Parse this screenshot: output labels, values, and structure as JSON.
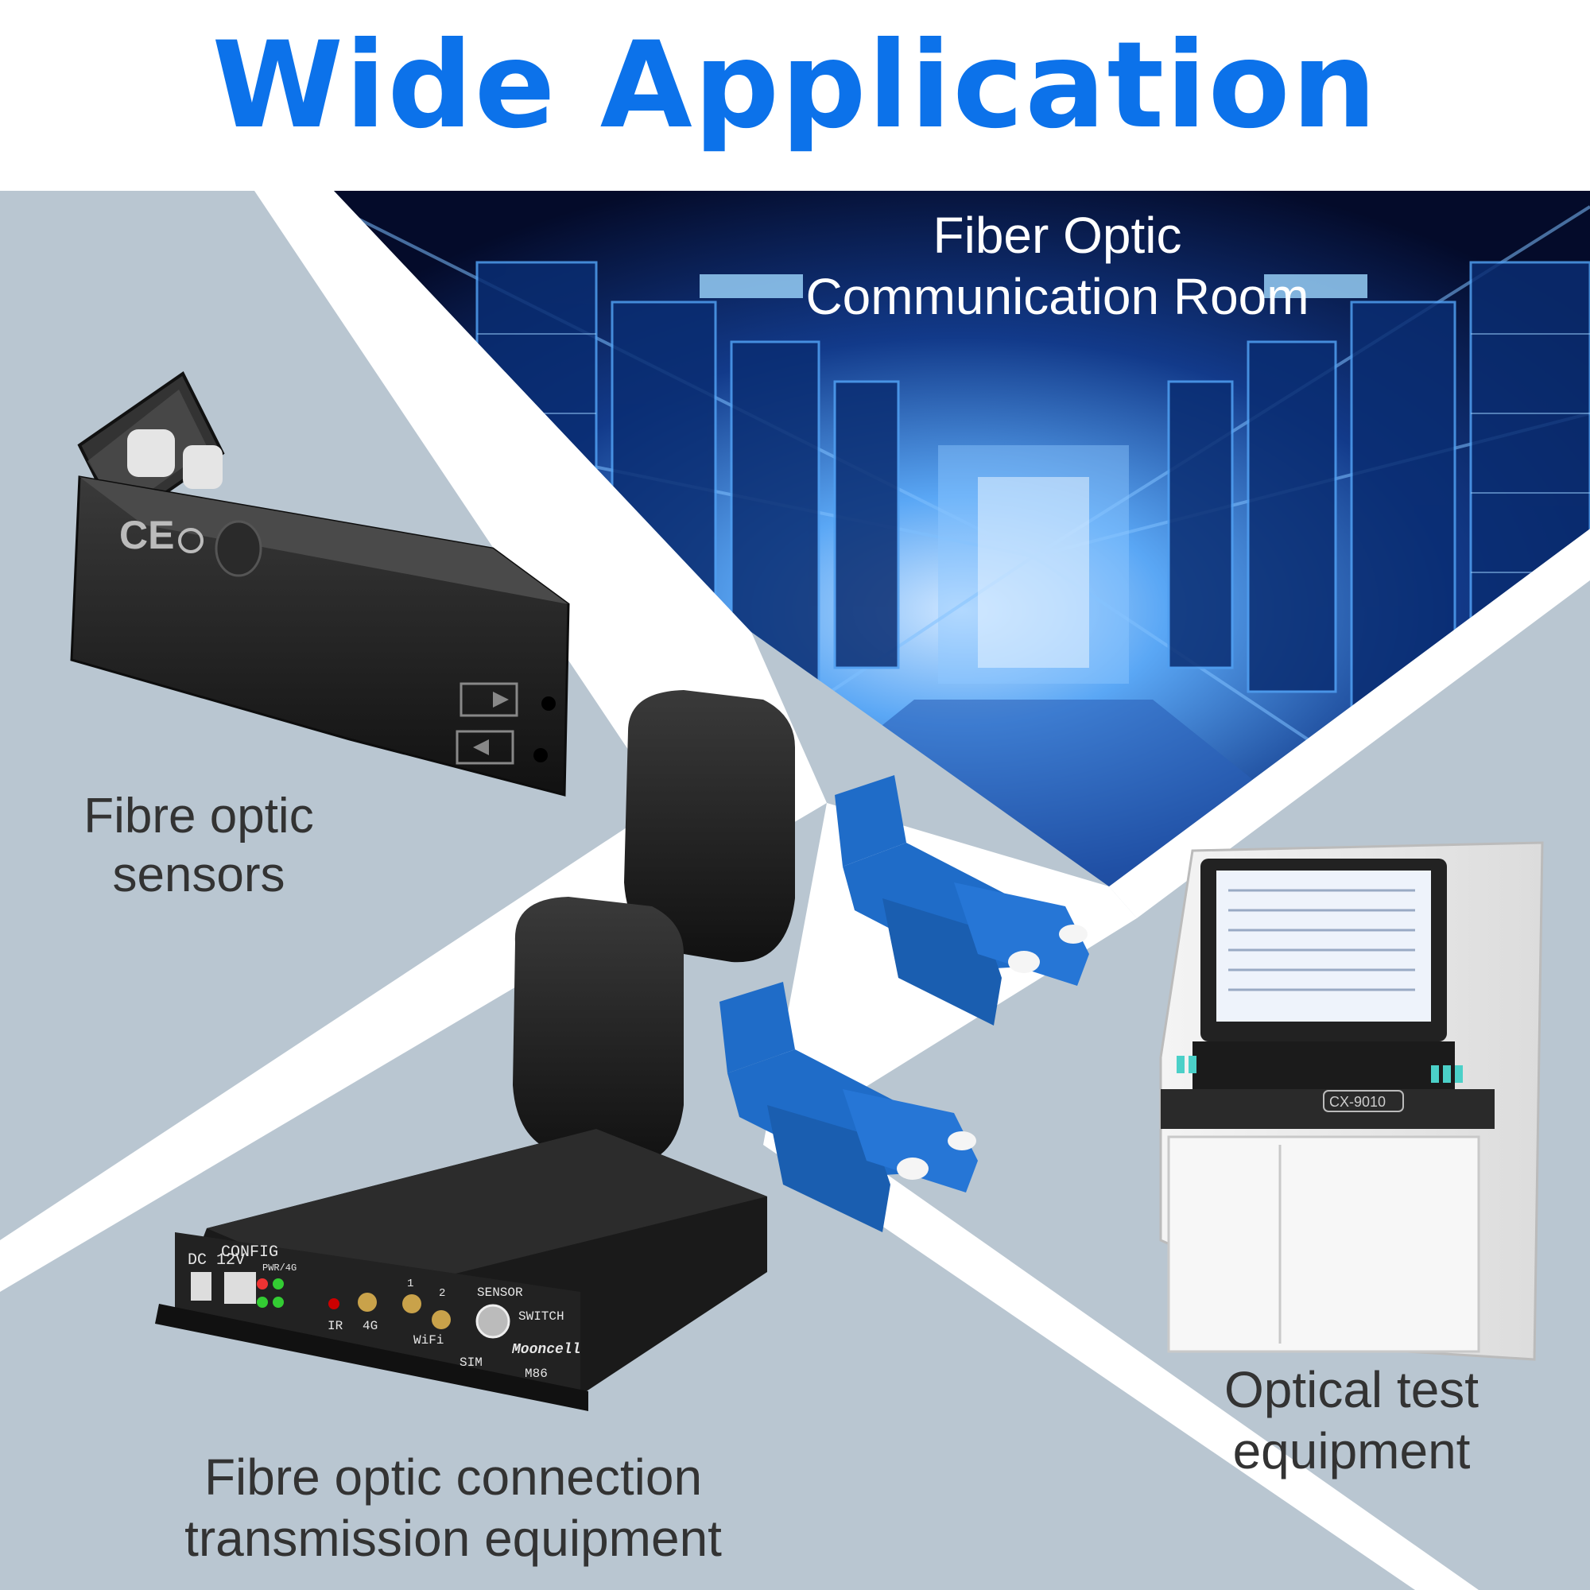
{
  "title": "Wide Application",
  "labels": {
    "room": "Fiber Optic Communication Room",
    "sensors": "Fibre optic sensors",
    "test": "Optical test equipment",
    "connection": "Fibre optic connection transmission equipment"
  },
  "device_text": {
    "ce": "CE",
    "dc": "DC 12V",
    "config": "CONFIG",
    "pwr": "PWR/4G",
    "ir": "IR",
    "g4": "4G",
    "n1": "1",
    "n2": "2",
    "wifi": "WiFi",
    "sensor": "SENSOR",
    "switch": "SWITCH",
    "sim": "SIM",
    "brand": "Mooncell",
    "model": "M86",
    "analyzer": "CX-9010"
  },
  "colors": {
    "accent": "#0c72ea",
    "panel": "#b9c6d1",
    "connector": "#1f6cc8",
    "label_text": "#333333"
  }
}
